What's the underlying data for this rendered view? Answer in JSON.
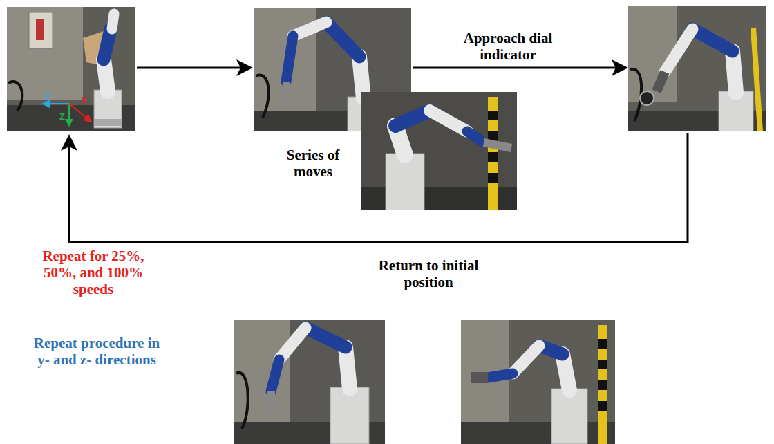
{
  "diagram": {
    "labels": [
      "Y",
      "Z",
      "X",
      "Approach dial indicator",
      "Series of moves",
      "Repeat for 25%, 50%, and 100% speeds",
      "Return to initial position",
      "Repeat procedure in y- and z- directions"
    ]
  }
}
